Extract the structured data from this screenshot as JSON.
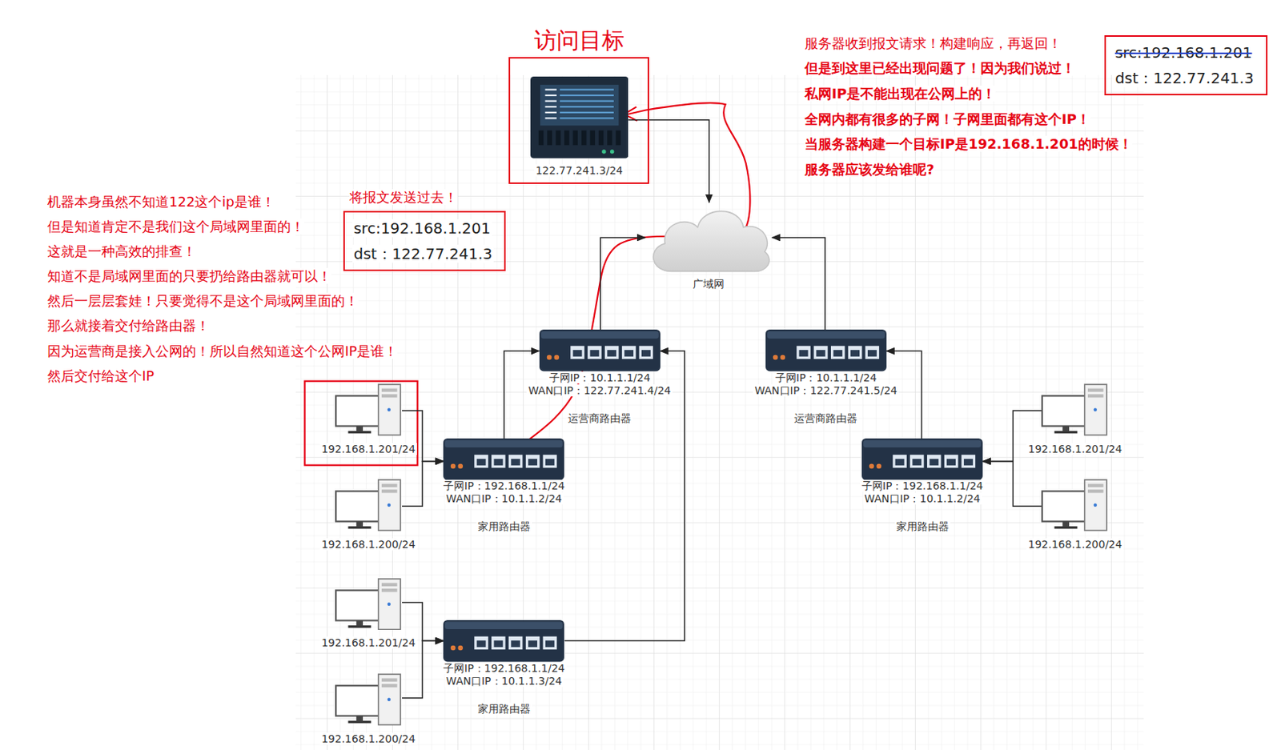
{
  "diagram": {
    "nodes": [
      {
        "text": [
          "访问目标",
          "122.77.241.3/24"
        ]
      },
      {
        "text": [
          "src:192.168.1.201",
          "dst：122.77.241.3"
        ]
      },
      {
        "text": [
          "将报文发送过去！",
          "src:192.168.1.201",
          "dst：122.77.241.3"
        ]
      },
      {
        "text": [
          "广域网"
        ]
      },
      {
        "text": [
          "子网IP：10.1.1.1/24",
          "WAN口IP：122.77.241.4/24",
          "运营商路由器"
        ]
      },
      {
        "text": [
          "子网IP：10.1.1.1/24",
          "WAN口IP：122.77.241.5/24",
          "运营商路由器"
        ]
      },
      {
        "text": [
          "192.168.1.201/24"
        ]
      },
      {
        "text": [
          "子网IP：192.168.1.1/24",
          "WAN口IP：10.1.1.2/24",
          "家用路由器"
        ]
      },
      {
        "text": [
          "子网IP：192.168.1.1/24",
          "WAN口IP：10.1.1.2/24",
          "家用路由器"
        ]
      },
      {
        "text": [
          "192.168.1.201/24"
        ]
      },
      {
        "text": [
          "192.168.1.200/24"
        ]
      },
      {
        "text": [
          "192.168.1.200/24"
        ]
      },
      {
        "text": [
          "192.168.1.201/24"
        ]
      },
      {
        "text": [
          "子网IP：192.168.1.1/24",
          "WAN口IP：10.1.1.3/24",
          "家用路由器"
        ]
      },
      {
        "text": [
          "192.168.1.200/24"
        ]
      }
    ],
    "edges": [
      {
        "from": 0,
        "to": 3,
        "arrow": "to"
      },
      {
        "from": 4,
        "to": 3,
        "arrow": "to"
      },
      {
        "from": 5,
        "to": 3,
        "arrow": "to"
      },
      {
        "from": 7,
        "to": 4,
        "arrow": "to"
      },
      {
        "from": 13,
        "to": 4,
        "arrow": "to"
      },
      {
        "from": 8,
        "to": 5,
        "arrow": "to"
      },
      {
        "from": 6,
        "to": 7,
        "arrow": "to"
      },
      {
        "from": 10,
        "to": 7,
        "arrow": "to"
      },
      {
        "from": 9,
        "to": 8,
        "arrow": "to"
      },
      {
        "from": 11,
        "to": 8,
        "arrow": "to"
      },
      {
        "from": 12,
        "to": 13,
        "arrow": "to"
      },
      {
        "from": 14,
        "to": 13,
        "arrow": "to"
      }
    ],
    "labels": [
      "机器本身虽然不知道122这个ip是谁！",
      "但是知道肯定不是我们这个局域网里面的！",
      "这就是一种高效的排查！",
      "知道不是局域网里面的只要扔给路由器就可以！",
      "然后一层层套娃！只要觉得不是这个局域网里面的！",
      "那么就接着交付给路由器！",
      "因为运营商是接入公网的！所以自然知道这个公网IP是谁！",
      "然后交付给这个IP",
      "服务器收到报文请求！构建响应，再返回！",
      "但是到这里已经出现问题了！因为我们说过！",
      "私网IP是不能出现在公网上的！",
      "全网内都有很多的子网！子网里面都有这个IP！",
      "当服务器构建一个目标IP是192.168.1.201的时候！",
      "服务器应该发给谁呢?"
    ]
  }
}
